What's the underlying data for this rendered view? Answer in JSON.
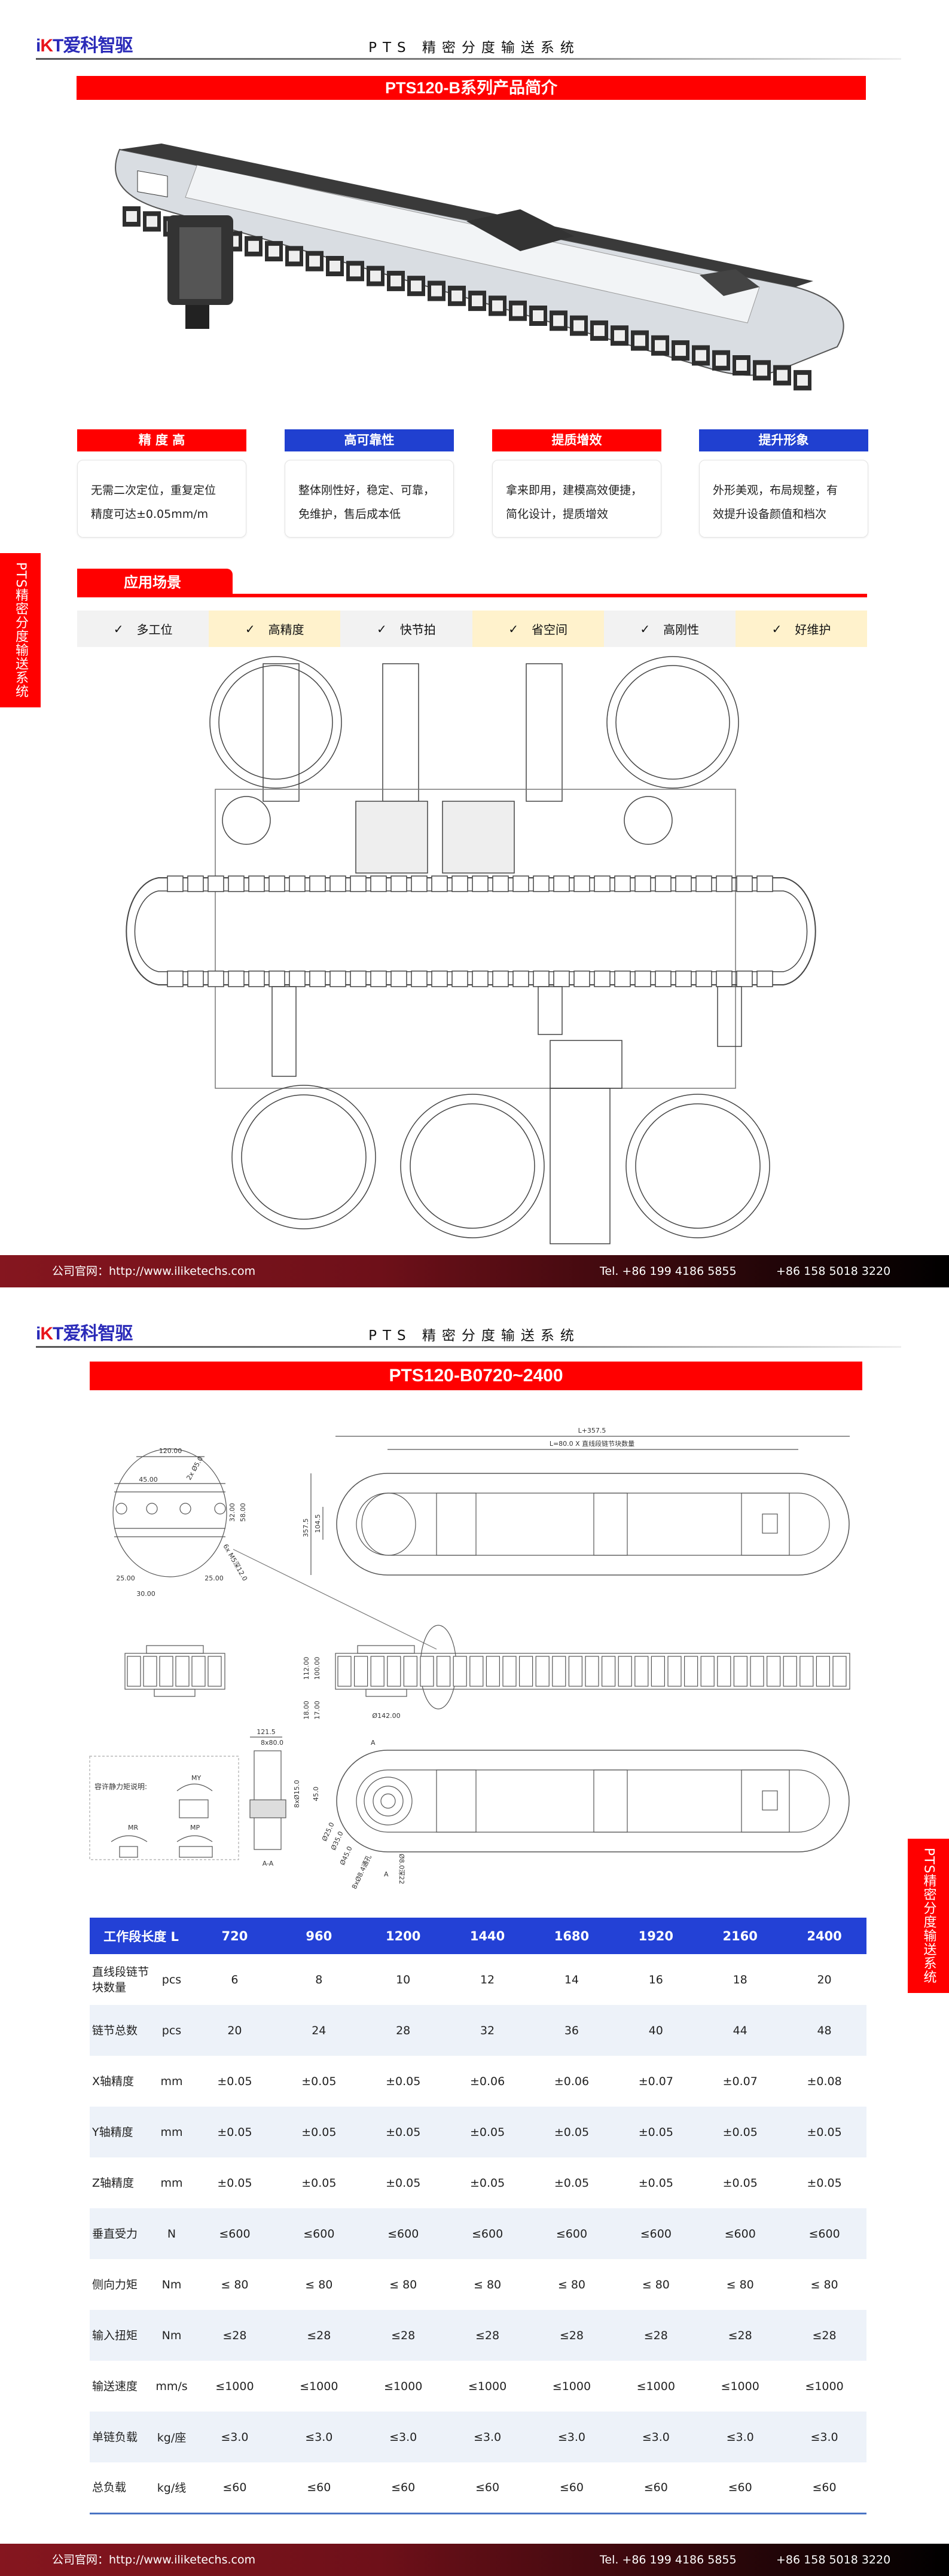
{
  "brand": {
    "prefix": "i",
    "k": "K",
    "t": "T",
    "name": "爱科智驱"
  },
  "system_title": "PTS 精密分度输送系统",
  "side_tab": "PTS精密分度输送系统",
  "page1": {
    "title": "PTS120-B系列产品简介",
    "features": [
      {
        "title": "精 度 高",
        "color": "#ff0000",
        "lines": [
          "无需二次定位，重复定位",
          "精度可达±0.05mm/m"
        ]
      },
      {
        "title": "高可靠性",
        "color": "#2040d0",
        "lines": [
          "整体刚性好，稳定、可靠，",
          "免维护，售后成本低"
        ]
      },
      {
        "title": "提质增效",
        "color": "#ff0000",
        "lines": [
          "拿来即用，建模高效便捷，",
          "简化设计，提质增效"
        ]
      },
      {
        "title": "提升形象",
        "color": "#2040d0",
        "lines": [
          "外形美观，布局规整，有",
          "效提升设备颜值和档次"
        ]
      }
    ],
    "applications": {
      "title": "应用场景",
      "check": "✓",
      "tags": [
        "多工位",
        "高精度",
        "快节拍",
        "省空间",
        "高刚性",
        "好维护"
      ]
    }
  },
  "footer": {
    "website": "公司官网：http://www.iliketechs.com",
    "tel": "Tel. +86 199 4186 5855",
    "tel2": "+86  158 5018 3220"
  },
  "page2": {
    "title": "PTS120-B0720~2400",
    "drawing": {
      "dim_total": "L+357.5",
      "dim_L": "L=80.0 X 直线段链节块数量",
      "d120": "120.00",
      "d45": "45.00",
      "d2x": "2x Ø5.0",
      "d6x": "6x M5深12.0",
      "d32": "32.00",
      "d58": "58.00",
      "d25a": "25.00",
      "d25b": "25.00",
      "d30": "30.00",
      "d357": "357.5",
      "d104": "104.5",
      "d112": "112.00",
      "d100": "100.00",
      "d18": "18.00",
      "d17": "17.00",
      "d142": "Ø142.00",
      "d121": "121.5",
      "d8x80": "8x80.0",
      "d8x15": "8xØ15.0",
      "d45v": "45.0",
      "d25": "Ø25.0",
      "d35": "Ø35.0",
      "d45d": "Ø45.0",
      "d8x84": "8xØ8.4通孔",
      "d8": "Ø8.0深22",
      "moment_title": "容许静力矩说明:",
      "my": "MY",
      "mr": "MR",
      "mp": "MP",
      "section": "A-A",
      "sec_a": "A"
    },
    "table": {
      "header": [
        "工作段长度 L",
        "720",
        "960",
        "1200",
        "1440",
        "1680",
        "1920",
        "2160",
        "2400"
      ],
      "rows": [
        {
          "label": "直线段链节块数量",
          "unit": "pcs",
          "values": [
            "6",
            "8",
            "10",
            "12",
            "14",
            "16",
            "18",
            "20"
          ]
        },
        {
          "label": "链节总数",
          "unit": "pcs",
          "values": [
            "20",
            "24",
            "28",
            "32",
            "36",
            "40",
            "44",
            "48"
          ]
        },
        {
          "label": "X轴精度",
          "unit": "mm",
          "values": [
            "±0.05",
            "±0.05",
            "±0.05",
            "±0.06",
            "±0.06",
            "±0.07",
            "±0.07",
            "±0.08"
          ]
        },
        {
          "label": "Y轴精度",
          "unit": "mm",
          "values": [
            "±0.05",
            "±0.05",
            "±0.05",
            "±0.05",
            "±0.05",
            "±0.05",
            "±0.05",
            "±0.05"
          ]
        },
        {
          "label": "Z轴精度",
          "unit": "mm",
          "values": [
            "±0.05",
            "±0.05",
            "±0.05",
            "±0.05",
            "±0.05",
            "±0.05",
            "±0.05",
            "±0.05"
          ]
        },
        {
          "label": "垂直受力",
          "unit": "N",
          "values": [
            "≤600",
            "≤600",
            "≤600",
            "≤600",
            "≤600",
            "≤600",
            "≤600",
            "≤600"
          ]
        },
        {
          "label": "侧向力矩",
          "unit": "Nm",
          "values": [
            "≤ 80",
            "≤ 80",
            "≤ 80",
            "≤ 80",
            "≤ 80",
            "≤ 80",
            "≤ 80",
            "≤ 80"
          ]
        },
        {
          "label": "输入扭矩",
          "unit": "Nm",
          "values": [
            "≤28",
            "≤28",
            "≤28",
            "≤28",
            "≤28",
            "≤28",
            "≤28",
            "≤28"
          ]
        },
        {
          "label": "输送速度",
          "unit": "mm/s",
          "values": [
            "≤1000",
            "≤1000",
            "≤1000",
            "≤1000",
            "≤1000",
            "≤1000",
            "≤1000",
            "≤1000"
          ]
        },
        {
          "label": "单链负载",
          "unit": "kg/座",
          "values": [
            "≤3.0",
            "≤3.0",
            "≤3.0",
            "≤3.0",
            "≤3.0",
            "≤3.0",
            "≤3.0",
            "≤3.0"
          ]
        },
        {
          "label": "总负载",
          "unit": "kg/线",
          "values": [
            "≤60",
            "≤60",
            "≤60",
            "≤60",
            "≤60",
            "≤60",
            "≤60",
            "≤60"
          ]
        }
      ]
    }
  }
}
